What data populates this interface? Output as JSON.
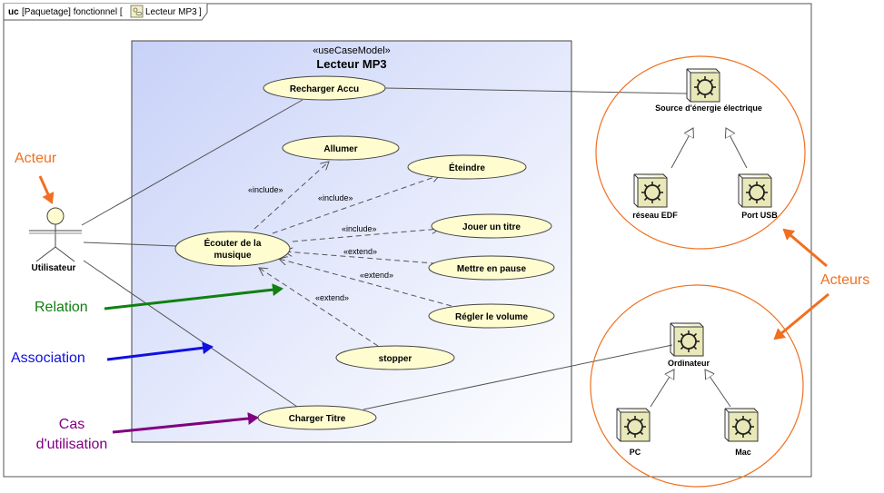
{
  "frame": {
    "kind": "uc",
    "header": "[Paquetage] fonctionnel [",
    "diagram_name": "Lecteur MP3",
    "close": "]"
  },
  "system": {
    "stereotype": "«useCaseModel»",
    "name": "Lecteur MP3"
  },
  "actor_main": {
    "label": "Utilisateur"
  },
  "use_cases": {
    "recharger": "Recharger Accu",
    "allumer": "Allumer",
    "eteindre": "Éteindre",
    "ecouter_l1": "Écouter de la",
    "ecouter_l2": "musique",
    "jouer": "Jouer un titre",
    "pause": "Mettre en pause",
    "volume": "Régler le volume",
    "stopper": "stopper",
    "charger": "Charger Titre"
  },
  "relations": {
    "include1": "«include»",
    "include2": "«include»",
    "include3": "«include»",
    "extend1": "«extend»",
    "extend2": "«extend»",
    "extend3": "«extend»"
  },
  "external_actors": {
    "source": "Source d'énergie électrique",
    "edf": "réseau EDF",
    "usb": "Port USB",
    "ordinateur": "Ordinateur",
    "pc": "PC",
    "mac": "Mac"
  },
  "annotations": {
    "acteur": "Acteur",
    "relation": "Relation",
    "association": "Association",
    "cas_l1": "Cas",
    "cas_l2": "d'utilisation",
    "acteurs": "Acteurs"
  },
  "colors": {
    "acteur": "#f07020",
    "relation": "#108010",
    "association": "#1010e0",
    "cas": "#800080",
    "acteurs": "#f07020",
    "usecase_fill": "#fffdd0",
    "actor_icon": "#e8e8b8"
  }
}
